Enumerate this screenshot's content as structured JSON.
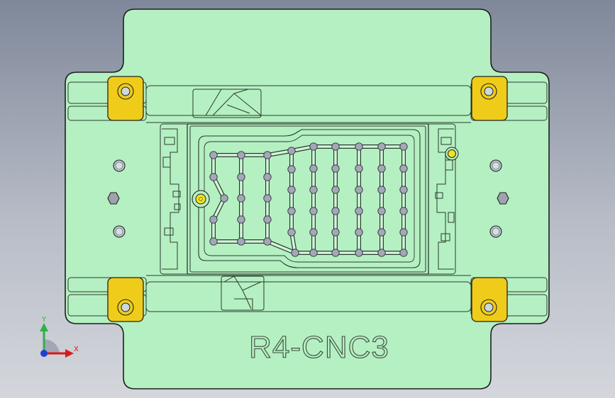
{
  "viewport": {
    "background_top": "#7f889a",
    "background_bottom": "#d4d6dc"
  },
  "part": {
    "engraving_text": "R4-CNC3",
    "body_color": "#b5f0c2",
    "edge_color": "#1e1e1e",
    "pad_color": "#f0cc1a",
    "hole_color": "#b9c7cc"
  },
  "triad": {
    "x_label": "X",
    "y_label": "Y",
    "x_color": "#d81b1b",
    "y_color": "#2db24a",
    "z_color": "#1f3fd6"
  },
  "pin_grid": {
    "rows": 6,
    "columns": 9,
    "pin_color": "#a4a8b6"
  }
}
